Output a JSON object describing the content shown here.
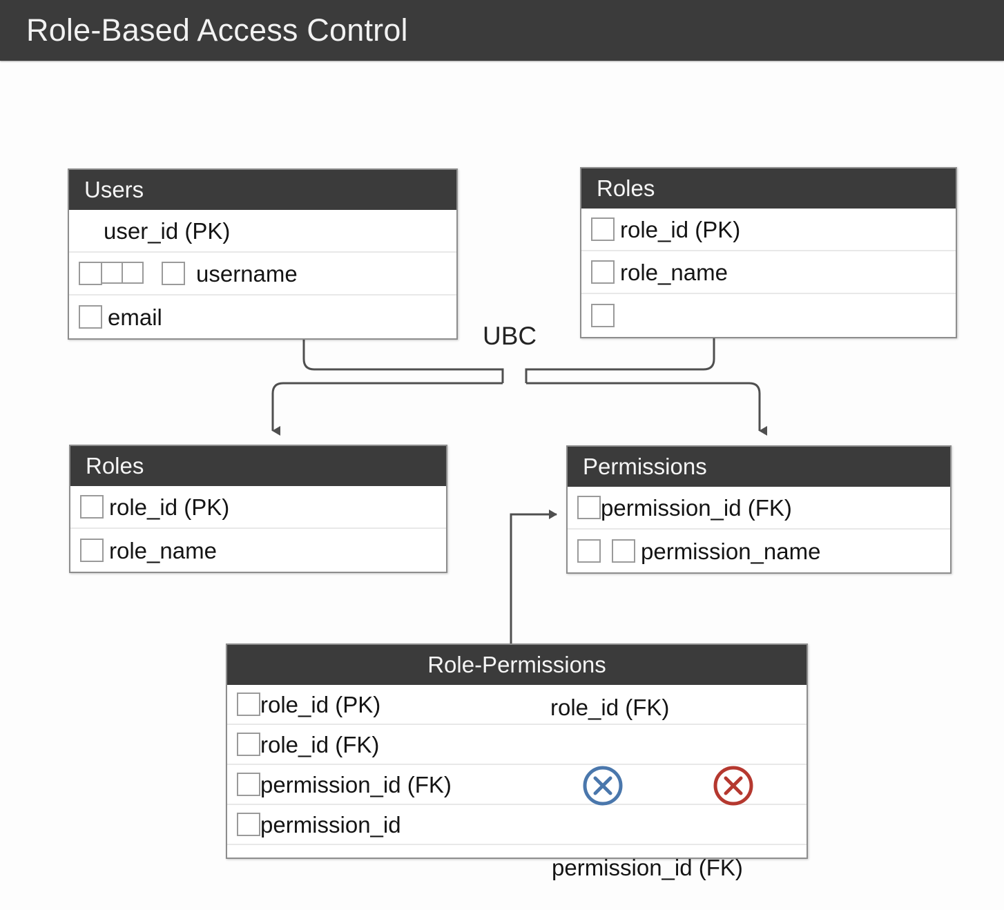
{
  "title": "Role-Based Access Control",
  "diagram": {
    "type": "entity-relationship",
    "connector_label": "UBC",
    "entities": [
      {
        "id": "users",
        "name": "Users",
        "rows": [
          {
            "label": "user_id (PK)",
            "boxes": 0
          },
          {
            "label": "username",
            "boxes": 4
          },
          {
            "label": "email",
            "boxes": 1
          }
        ]
      },
      {
        "id": "roles-top",
        "name": "Roles",
        "rows": [
          {
            "label": "role_id (PK)",
            "boxes": 1
          },
          {
            "label": "role_name",
            "boxes": 1
          },
          {
            "label": "",
            "boxes": 1
          }
        ]
      },
      {
        "id": "roles-bottom",
        "name": "Roles",
        "rows": [
          {
            "label": "role_id (PK)",
            "boxes": 1
          },
          {
            "label": "role_name",
            "boxes": 1
          }
        ]
      },
      {
        "id": "permissions",
        "name": "Permissions",
        "rows": [
          {
            "label": "permission_id (FK)",
            "boxes": 1
          },
          {
            "label": "permission_name",
            "boxes": 2
          }
        ]
      },
      {
        "id": "role-permissions",
        "name": "Role-Permissions",
        "rows": [
          {
            "label": "role_id (PK)",
            "boxes": 1
          },
          {
            "label": "role_id (FK)",
            "boxes": 1
          },
          {
            "label": "permission_id (FK)",
            "boxes": 1
          },
          {
            "label": "permission_id",
            "boxes": 1
          }
        ],
        "right_column": [
          {
            "kind": "text",
            "label": "role_id (FK)"
          },
          {
            "kind": "icon",
            "label": "circle-x-blue"
          },
          {
            "kind": "icon",
            "label": "circle-x-red"
          },
          {
            "kind": "text",
            "label": "permission_id (FK)"
          }
        ]
      }
    ]
  },
  "colors": {
    "header_bar": "#3b3b3b",
    "title_text": "#f2f2f2",
    "canvas": "#fdfdfd",
    "entity_border": "#8d8d8d",
    "row_divider": "#e8e8e8",
    "checkbox_border": "#9a9a9a",
    "connector": "#4f4f4f",
    "x_blue": "#4a77ac",
    "x_red": "#b5382f"
  }
}
